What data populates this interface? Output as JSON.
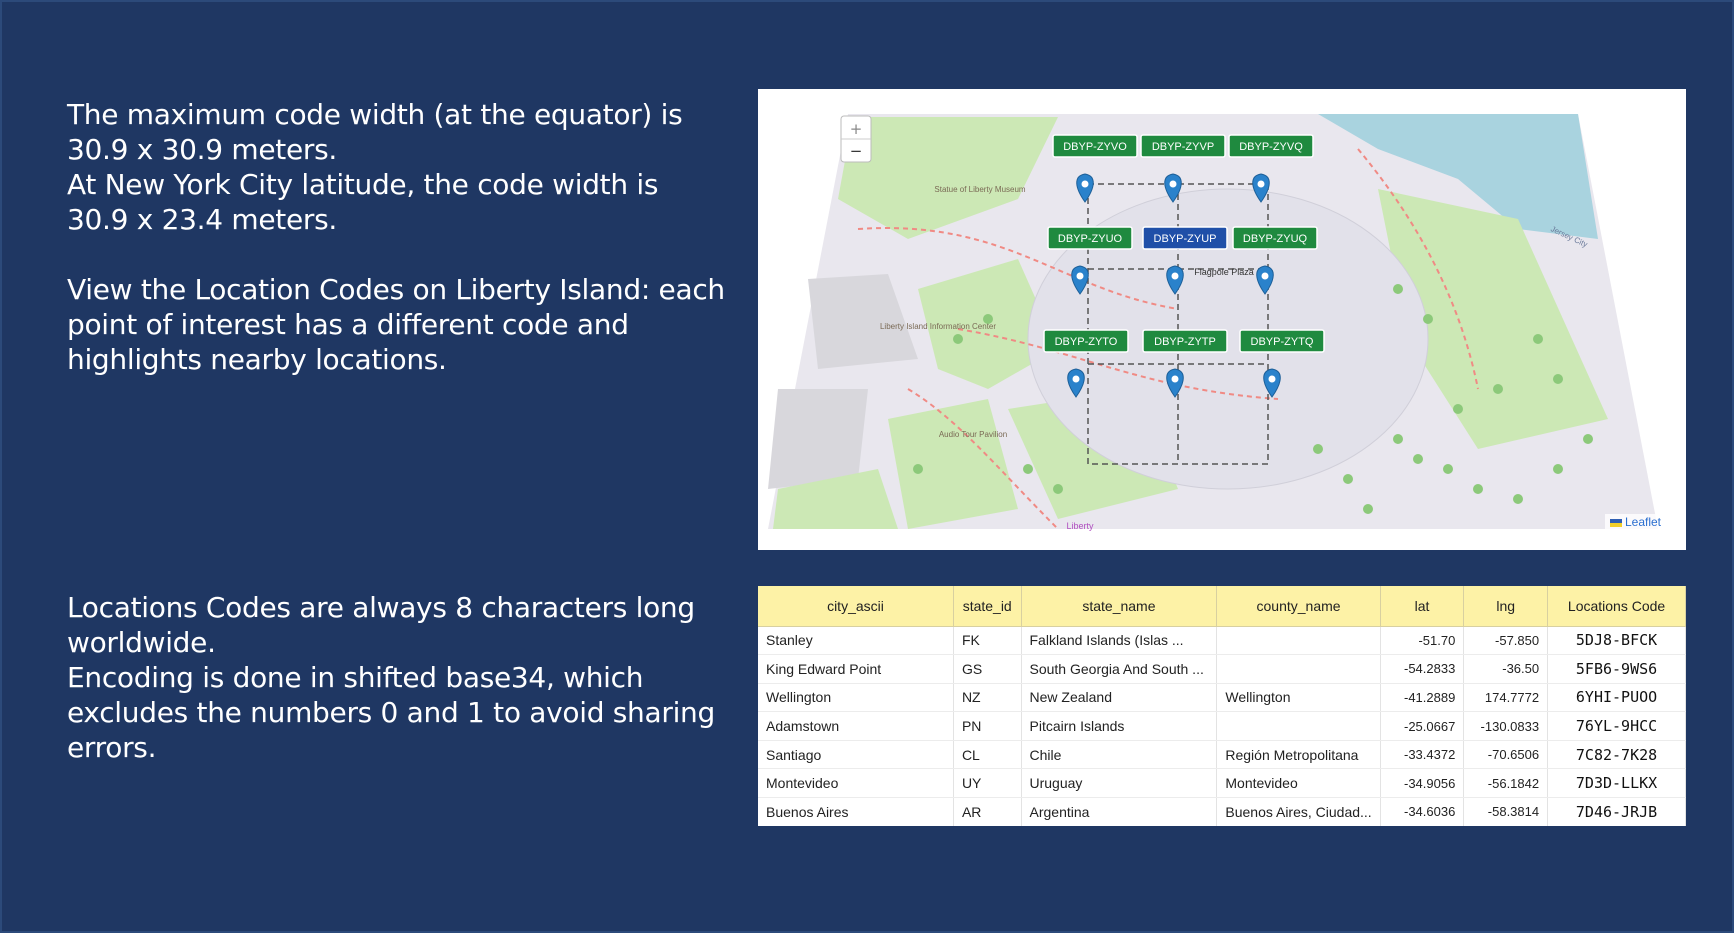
{
  "text_top": [
    "The maximum code width (at the equator) is 30.9 x 30.9 meters.",
    "At New York City latitude, the code width is 30.9 x 23.4 meters.",
    "View the Location Codes on Liberty Island: each point of interest has a different code and highlights nearby locations."
  ],
  "text_bottom": [
    "Locations Codes are always 8 characters long worldwide.",
    "Encoding is done in shifted base34, which excludes the numbers 0 and 1 to avoid sharing errors."
  ],
  "map": {
    "zoom_in": "+",
    "zoom_out": "−",
    "attribution": "Leaflet",
    "labels": {
      "museum": "Statue of Liberty Museum",
      "info_center": "Liberty Island Information Center",
      "plaza": "Flagpole Plaza",
      "audio": "Audio Tour Pavilion",
      "liberty": "Liberty",
      "jersey": "Jersey City"
    },
    "codes": [
      {
        "label": "DBYP-ZYVO",
        "active": false
      },
      {
        "label": "DBYP-ZYVP",
        "active": false
      },
      {
        "label": "DBYP-ZYVQ",
        "active": false
      },
      {
        "label": "DBYP-ZYUO",
        "active": false
      },
      {
        "label": "DBYP-ZYUP",
        "active": true
      },
      {
        "label": "DBYP-ZYUQ",
        "active": false
      },
      {
        "label": "DBYP-ZYTO",
        "active": false
      },
      {
        "label": "DBYP-ZYTP",
        "active": false
      },
      {
        "label": "DBYP-ZYTQ",
        "active": false
      }
    ],
    "colors": {
      "active": "#1f4fa8",
      "inactive": "#1f8a3f",
      "water": "#a9d3df",
      "green": "#cce8b5",
      "pin": "#2a82cb"
    }
  },
  "table": {
    "columns": [
      "city_ascii",
      "state_id",
      "state_name",
      "county_name",
      "lat",
      "lng",
      "Locations Code"
    ],
    "rows": [
      [
        "Stanley",
        "FK",
        "Falkland Islands (Islas ...",
        "",
        "-51.70",
        "-57.850",
        "5DJ8-BFCK"
      ],
      [
        "King Edward Point",
        "GS",
        "South Georgia And South ...",
        "",
        "-54.2833",
        "-36.50",
        "5FB6-9WS6"
      ],
      [
        "Wellington",
        "NZ",
        "New Zealand",
        "Wellington",
        "-41.2889",
        "174.7772",
        "6YHI-PUOO"
      ],
      [
        "Adamstown",
        "PN",
        "Pitcairn Islands",
        "",
        "-25.0667",
        "-130.0833",
        "76YL-9HCC"
      ],
      [
        "Santiago",
        "CL",
        "Chile",
        "Región Metropolitana",
        "-33.4372",
        "-70.6506",
        "7C82-7K28"
      ],
      [
        "Montevideo",
        "UY",
        "Uruguay",
        "Montevideo",
        "-34.9056",
        "-56.1842",
        "7D3D-LLKX"
      ],
      [
        "Buenos Aires",
        "AR",
        "Argentina",
        "Buenos Aires, Ciudad...",
        "-34.6036",
        "-58.3814",
        "7D46-JRJB"
      ]
    ]
  }
}
